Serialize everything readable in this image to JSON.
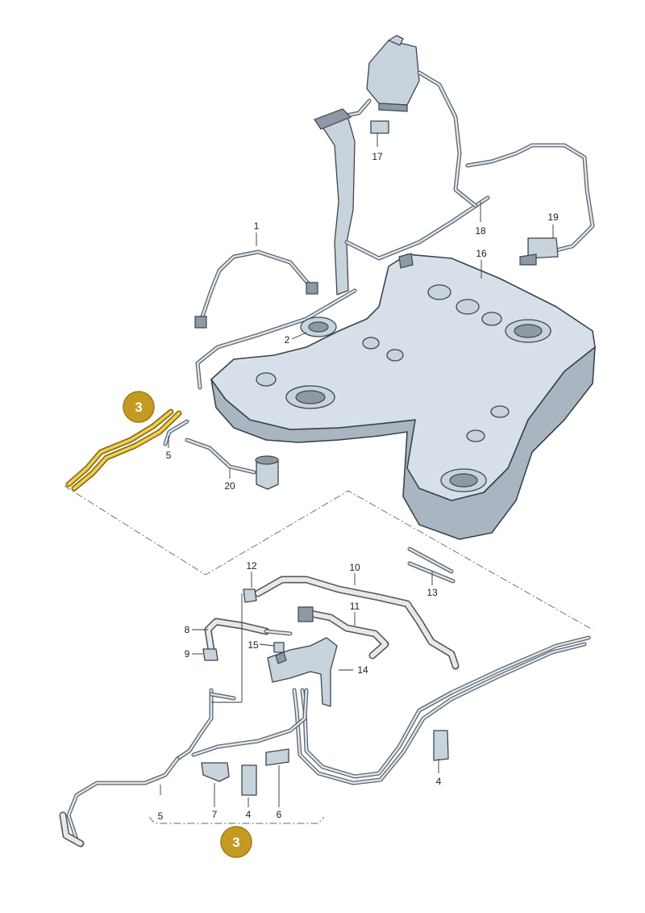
{
  "colors": {
    "badge_fill": "#c49a22",
    "badge_stroke": "#a07c14",
    "highlight": "#e9c24a",
    "part_fill": "#c9d3dc",
    "line": "#3d4650"
  },
  "badges": [
    {
      "id": "badge-3-upper",
      "label": "3"
    },
    {
      "id": "badge-3-lower",
      "label": "3"
    }
  ],
  "callouts": {
    "c1": "1",
    "c2": "2",
    "c4a": "4",
    "c4b": "4",
    "c5a": "5",
    "c5b": "5",
    "c6": "6",
    "c7": "7",
    "c8": "8",
    "c9": "9",
    "c10": "10",
    "c11": "11",
    "c12": "12",
    "c13": "13",
    "c14": "14",
    "c15": "15",
    "c16": "16",
    "c17": "17",
    "c18": "18",
    "c19": "19",
    "c20": "20"
  }
}
